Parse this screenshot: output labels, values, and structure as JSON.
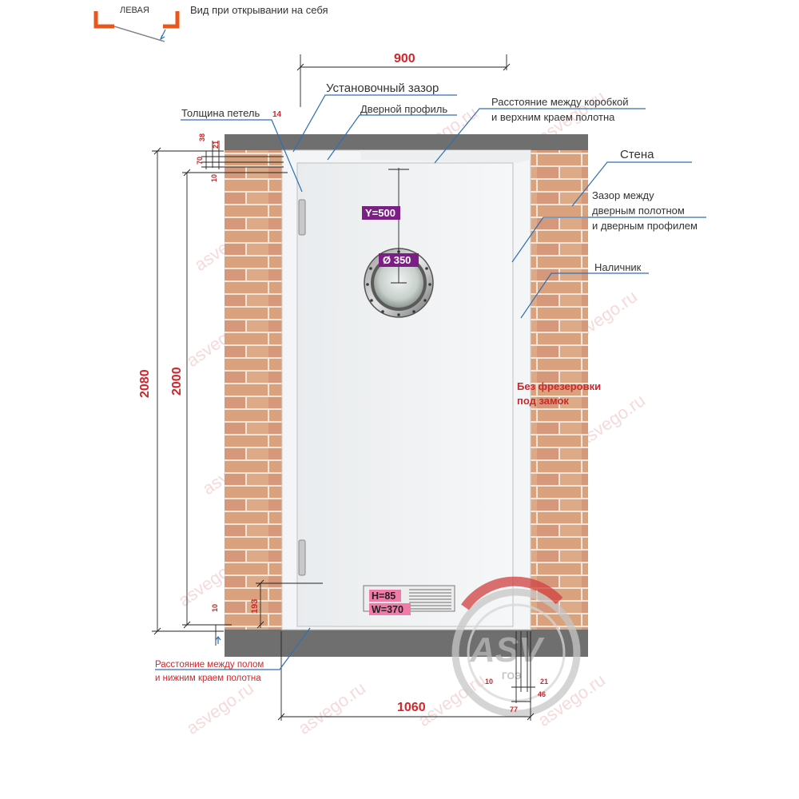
{
  "header": {
    "side_label": "ЛЕВАЯ",
    "view_label": "Вид при открывании на себя"
  },
  "dimensions": {
    "frame_width": "900",
    "total_width": "1060",
    "total_height": "2080",
    "leaf_height": "2000",
    "top_38": "38",
    "top_21": "21",
    "top_70": "70",
    "top_10": "10",
    "bottom_10": "10",
    "bottom_193": "193",
    "right_10": "10",
    "right_21": "21",
    "right_46": "46",
    "right_77": "77",
    "hinge_thickness": "14"
  },
  "callouts": {
    "install_gap": "Установочный зазор",
    "door_profile": "Дверной профиль",
    "hinge_thickness": "Толщина петель",
    "top_gap_line1": "Расстояние между коробкой",
    "top_gap_line2": "и верхним краем полотна",
    "wall": "Стена",
    "side_gap_line1": "Зазор между",
    "side_gap_line2": "дверным полотном",
    "side_gap_line3": "и дверным профилем",
    "casing": "Наличник",
    "no_lock_line1": "Без фрезеровки",
    "no_lock_line2": "под замок",
    "floor_gap_line1": "Расстояние между полом",
    "floor_gap_line2": "и нижним краем полотна"
  },
  "badges": {
    "window_y": "Y=500",
    "window_diameter": "Ø 350",
    "grille_h": "H=85",
    "grille_w": "W=370"
  },
  "watermark": {
    "text": "asvego.ru",
    "logo_text": "ASV",
    "logo_sub": "ГОЭ"
  },
  "colors": {
    "accent_red": "#d0262c",
    "callout_blue": "#2d6fb6",
    "brick": "#d9a27d",
    "mortar": "#f3e7dc",
    "frame_gray": "#6f6f6f",
    "profile_gold": "#e0b06a",
    "badge_purple": "#7b1f86",
    "badge_pink": "#f07aa8"
  }
}
